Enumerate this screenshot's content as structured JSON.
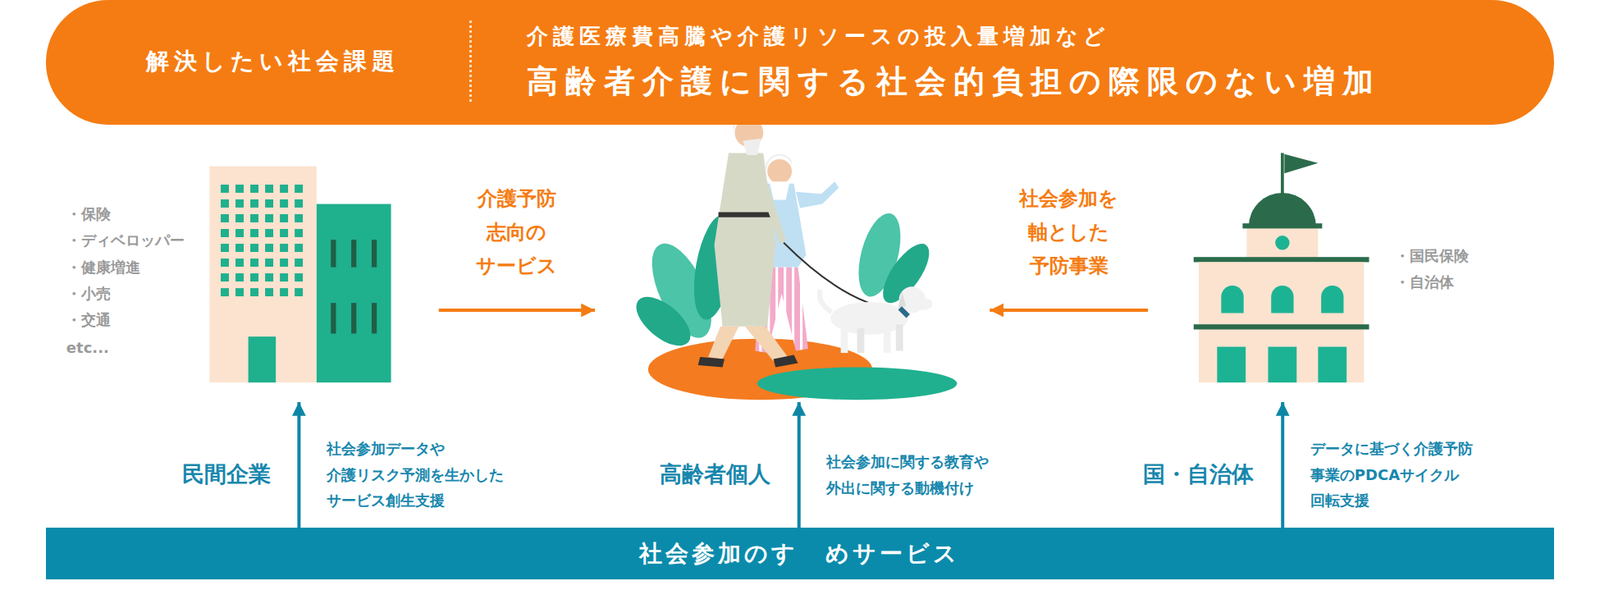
{
  "diagram": {
    "nodes": [
      {
        "text": [
          "解決したい社会課題",
          "介護医療費高騰や介護リソースの投入量増加など",
          "高齢者介護に関する社会的負担の際限のない増加"
        ]
      },
      {
        "text": [
          "民間企業"
        ]
      },
      {
        "text": [
          "高齢者個人"
        ]
      },
      {
        "text": [
          "国・自治体"
        ]
      },
      {
        "text": [
          "社会参加のすゝめサービス"
        ]
      }
    ],
    "edges": [
      {
        "from": 1,
        "to": 2,
        "label": "介護予防 志向の サービス",
        "arrow": "to"
      },
      {
        "from": 3,
        "to": 2,
        "label": "社会参加を 軸とした 予防事業",
        "arrow": "to"
      },
      {
        "from": 4,
        "to": 1,
        "label": "社会参加データや 介護リスク予測を生かした サービス創生支援",
        "arrow": "to"
      },
      {
        "from": 4,
        "to": 2,
        "label": "社会参加に関する教育や 外出に関する動機付け",
        "arrow": "to"
      },
      {
        "from": 4,
        "to": 3,
        "label": "データに基づく介護予防 事業のPDCAサイクル 回転支援",
        "arrow": "to"
      }
    ],
    "labels": [
      "・保険",
      "・ディベロッパー",
      "・健康増進",
      "・小売",
      "・交通",
      "etc...",
      "・国民保険",
      "・自治体"
    ]
  }
}
